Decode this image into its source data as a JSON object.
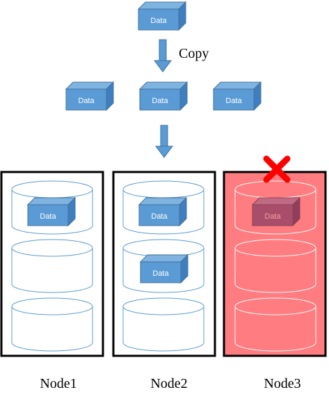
{
  "diagram": {
    "copy_label": "Copy",
    "data_label": "Data",
    "nodes": [
      {
        "label": "Node1",
        "failed": false,
        "disks_with_data": [
          0
        ]
      },
      {
        "label": "Node2",
        "failed": false,
        "disks_with_data": [
          0,
          1
        ]
      },
      {
        "label": "Node3",
        "failed": true,
        "disks_with_data": [
          0
        ]
      }
    ]
  },
  "colors": {
    "data_block": "#5b9bd5",
    "data_block_edge": "#41719c",
    "arrow": "#5b9bd5",
    "failed_node_fill": "#ff7c80",
    "failed_mark": "#ff0000",
    "failed_data_block": "#a84e6a",
    "failed_data_text": "#ff9aa0"
  }
}
